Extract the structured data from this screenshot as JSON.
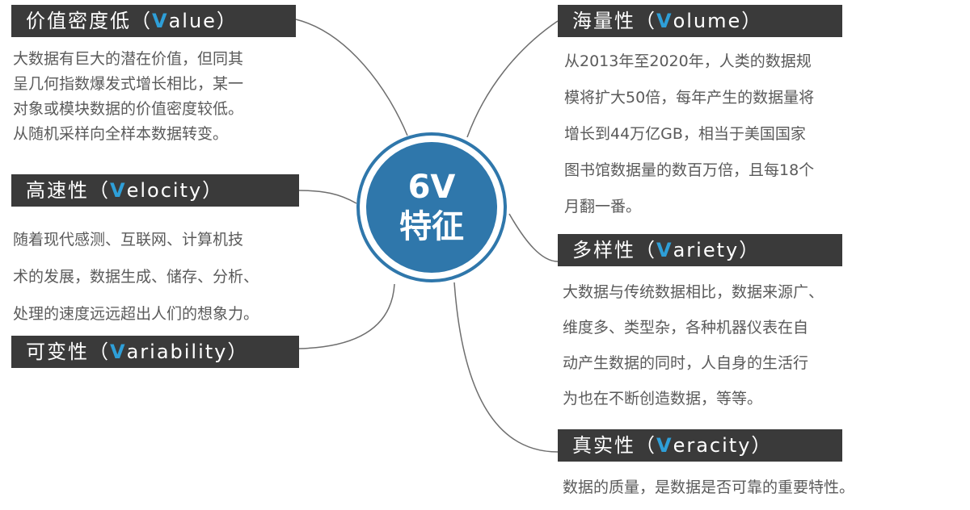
{
  "center": {
    "line1": "6V",
    "line2": "特征"
  },
  "colors": {
    "accent": "#2e9fd8",
    "label_bg": "#3a3a3a",
    "center": "#2f77ab"
  },
  "value": {
    "pre": "价值密度低（",
    "accent": "V",
    "post": "alue）",
    "desc": [
      "大数据有巨大的潜在价值，但同其",
      "呈几何指数爆发式增长相比，某一",
      "对象或模块数据的价值密度较低。",
      "从随机采样向全样本数据转变。"
    ]
  },
  "velocity": {
    "pre": "高速性（",
    "accent": "V",
    "post": "elocity）",
    "desc": [
      "随着现代感测、互联网、计算机技",
      "术的发展，数据生成、储存、分析、",
      "处理的速度远远超出人们的想象力。"
    ]
  },
  "variability": {
    "pre": "可变性（",
    "accent": "V",
    "post": "ariability）"
  },
  "volume": {
    "pre": "海量性（",
    "accent": "V",
    "post": "olume）",
    "desc": [
      "从2013年至2020年，人类的数据规",
      "模将扩大50倍，每年产生的数据量将",
      "增长到44万亿GB，相当于美国国家",
      "图书馆数据量的数百万倍，且每18个",
      "月翻一番。"
    ]
  },
  "variety": {
    "pre": "多样性（",
    "accent": "V",
    "post": "ariety）",
    "desc": [
      "大数据与传统数据相比，数据来源广、",
      "维度多、类型杂，各种机器仪表在自",
      "动产生数据的同时，人自身的生活行",
      "为也在不断创造数据，等等。"
    ]
  },
  "veracity": {
    "pre": "真实性（",
    "accent": "V",
    "post": "eracity）",
    "desc": [
      "数据的质量，是数据是否可靠的重要特性。"
    ]
  }
}
